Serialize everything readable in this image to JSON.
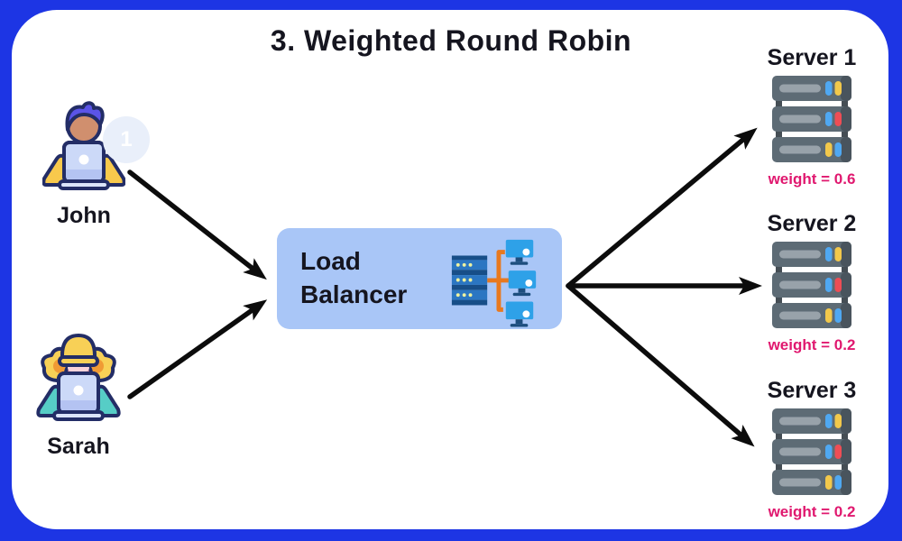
{
  "title": "3. Weighted Round Robin",
  "users": [
    {
      "name": "John",
      "badge": "1"
    },
    {
      "name": "Sarah"
    }
  ],
  "load_balancer": {
    "label": "Load Balancer"
  },
  "servers": [
    {
      "label": "Server 1",
      "weight_label": "weight = 0.6",
      "weight": 0.6
    },
    {
      "label": "Server 2",
      "weight_label": "weight = 0.2",
      "weight": 0.2
    },
    {
      "label": "Server 3",
      "weight_label": "weight = 0.2",
      "weight": 0.2
    }
  ],
  "colors": {
    "frame": "#1d35e4",
    "canvas": "#ffffff",
    "lb_box_fill": "#a9c6f7",
    "text_dark": "#15151f",
    "weight_text": "#e0186f",
    "arrow": "#0c0c0c",
    "badge_bg": "#e9effa"
  }
}
